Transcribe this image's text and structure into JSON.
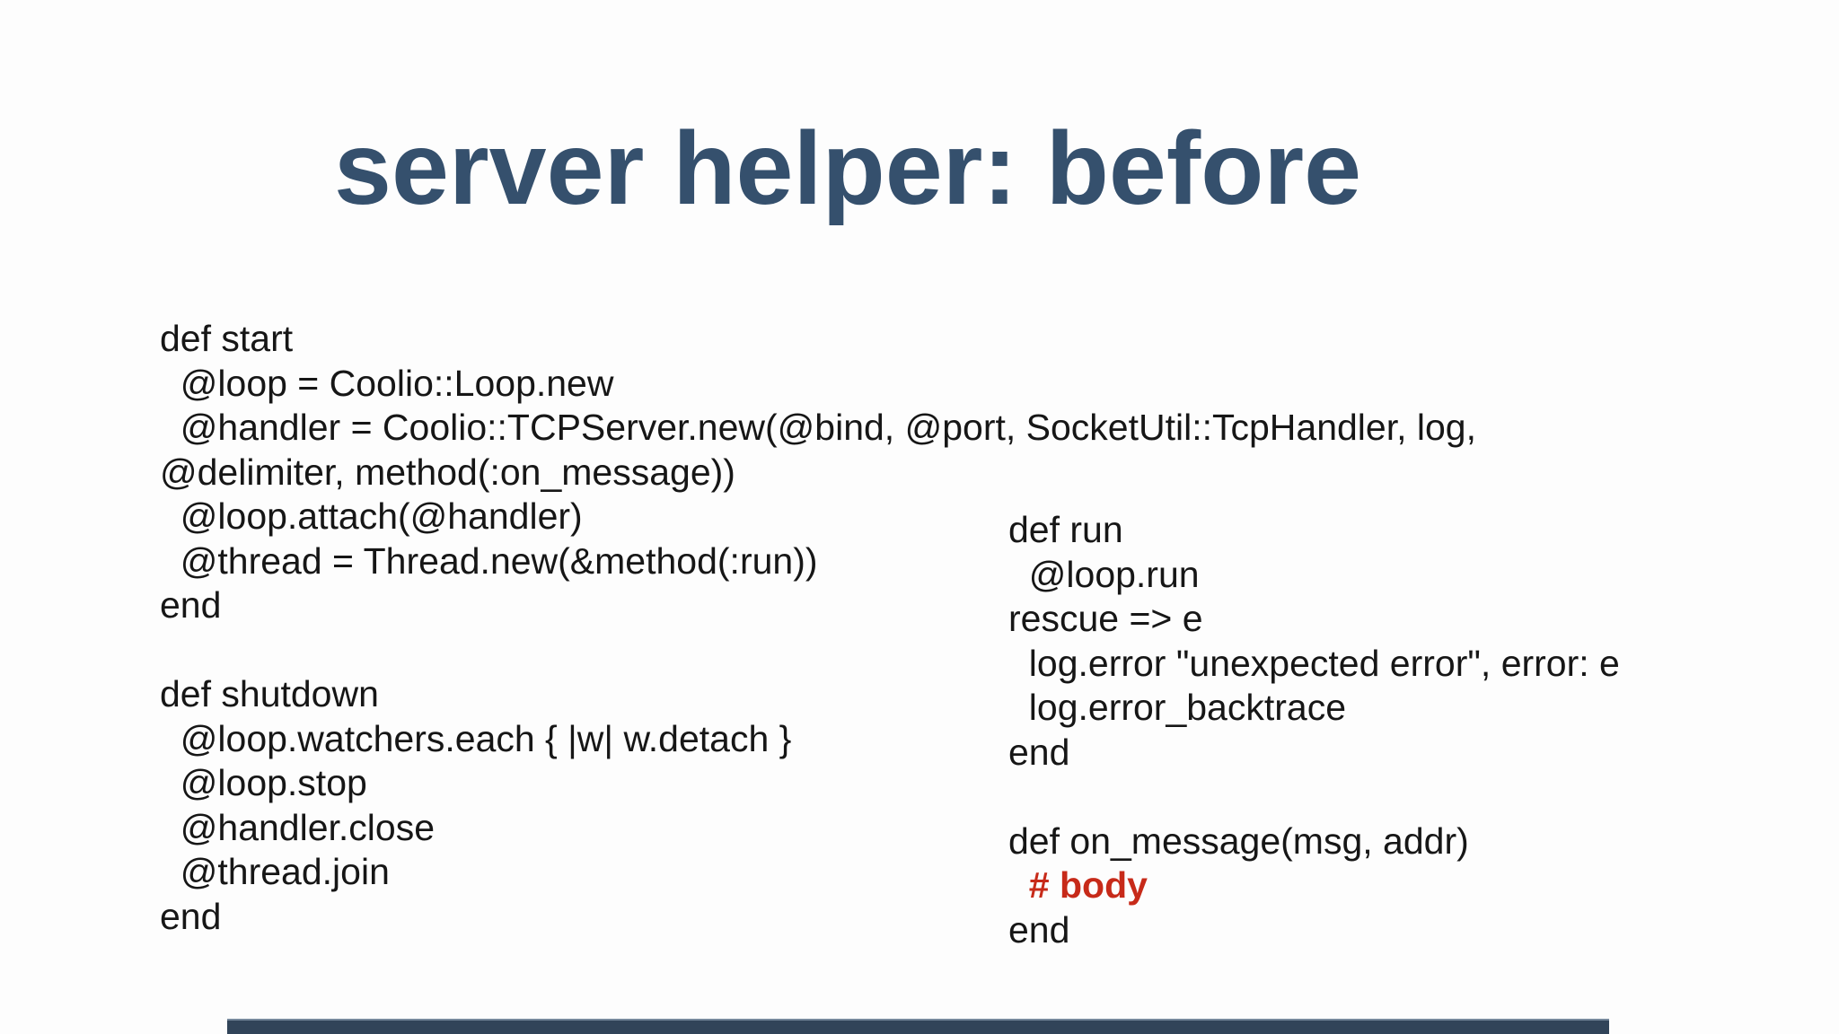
{
  "slide": {
    "title": "server helper: before",
    "colors": {
      "title": "#35506d",
      "code_text": "#161616",
      "comment": "#c72a19",
      "footer_bar": "#314459",
      "footer_bar_edge": "#76889c",
      "background": "#fdfdfd"
    },
    "code_blocks": [
      {
        "id": "start-shutdown",
        "lines": [
          {
            "text": "def start"
          },
          {
            "text": "  @loop = Coolio::Loop.new"
          },
          {
            "text": "  @handler = Coolio::TCPServer.new(@bind, @port, SocketUtil::TcpHandler, log,"
          },
          {
            "text": "@delimiter, method(:on_message))"
          },
          {
            "text": "  @loop.attach(@handler)"
          },
          {
            "text": "  @thread = Thread.new(&method(:run))"
          },
          {
            "text": "end"
          },
          {
            "text": ""
          },
          {
            "text": "def shutdown"
          },
          {
            "text": "  @loop.watchers.each { |w| w.detach }"
          },
          {
            "text": "  @loop.stop"
          },
          {
            "text": "  @handler.close"
          },
          {
            "text": "  @thread.join"
          },
          {
            "text": "end"
          }
        ]
      },
      {
        "id": "run-onmessage",
        "lines": [
          {
            "text": "def run"
          },
          {
            "text": "  @loop.run"
          },
          {
            "text": "rescue => e"
          },
          {
            "text": "  log.error \"unexpected error\", error: e"
          },
          {
            "text": "  log.error_backtrace"
          },
          {
            "text": "end"
          },
          {
            "text": ""
          },
          {
            "text": "def on_message(msg, addr)"
          },
          {
            "text": "  # body",
            "style": "comment"
          },
          {
            "text": "end"
          }
        ]
      }
    ]
  }
}
